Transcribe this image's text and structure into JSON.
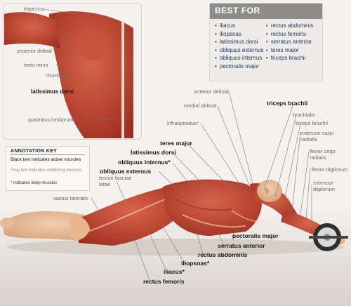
{
  "best_for": {
    "title": "BEST FOR",
    "column1": [
      "iliacus",
      "iliopsoas",
      "latissimus dorsi",
      "obliquus externus",
      "obliquus internus",
      "pectoralis major"
    ],
    "column2": [
      "rectus abdominis",
      "rectus femoris",
      "serratus anterior",
      "teres major",
      "triceps brachii"
    ]
  },
  "annotation_key": {
    "title": "ANNOTATION KEY",
    "black_text": "Black text indicates active muscles",
    "gray_text": "Gray text indicates stabilizing muscles",
    "star_note": "* indicates deep muscles"
  },
  "inset_labels": {
    "trapezius": "trapezius",
    "posterior_deltoid": "posterior deltoid",
    "teres_minor": "teres minor",
    "rhomboid": "rhomboid*",
    "latissimus_dorsi": "latissimus dorsi",
    "quadratus_lumborum": "quadratus lumborum*"
  },
  "labels": {
    "anterior_deltoid": "anterior deltoid",
    "medial_deltoid": "medial deltoid",
    "infraspinatus": "infraspinatus*",
    "triceps_brachii": "triceps brachii",
    "brachialis": "brachialis",
    "biceps_brachii": "biceps brachii",
    "extensor_carpi_radialis_1": "extensor carpi",
    "extensor_carpi_radialis_2": "radialis",
    "flexor_carpi_radialis_1": "flexor carpi",
    "flexor_carpi_radialis_2": "radialis",
    "flexor_digitorum": "flexor digitorum",
    "extensor_digitorum_1": "extensor",
    "extensor_digitorum_2": "digitorum",
    "teres_major": "teres major",
    "latissimus_dorsi": "latissimus dorsi",
    "obliquus_internus": "obliquus internus*",
    "obliquus_externus": "obliquus externus",
    "tensor_fasciae_latae_1": "tensor fasciae",
    "tensor_fasciae_latae_2": "latae",
    "vastus_lateralis": "vastus lateralis",
    "pectoralis_major": "pectoralis major",
    "serratus_anterior": "serratus anterior",
    "rectus_abdominis": "rectus abdominis",
    "iliopsoas": "iliopsoas*",
    "iliacus": "iliacus*",
    "rectus_femoris": "rectus femoris"
  }
}
